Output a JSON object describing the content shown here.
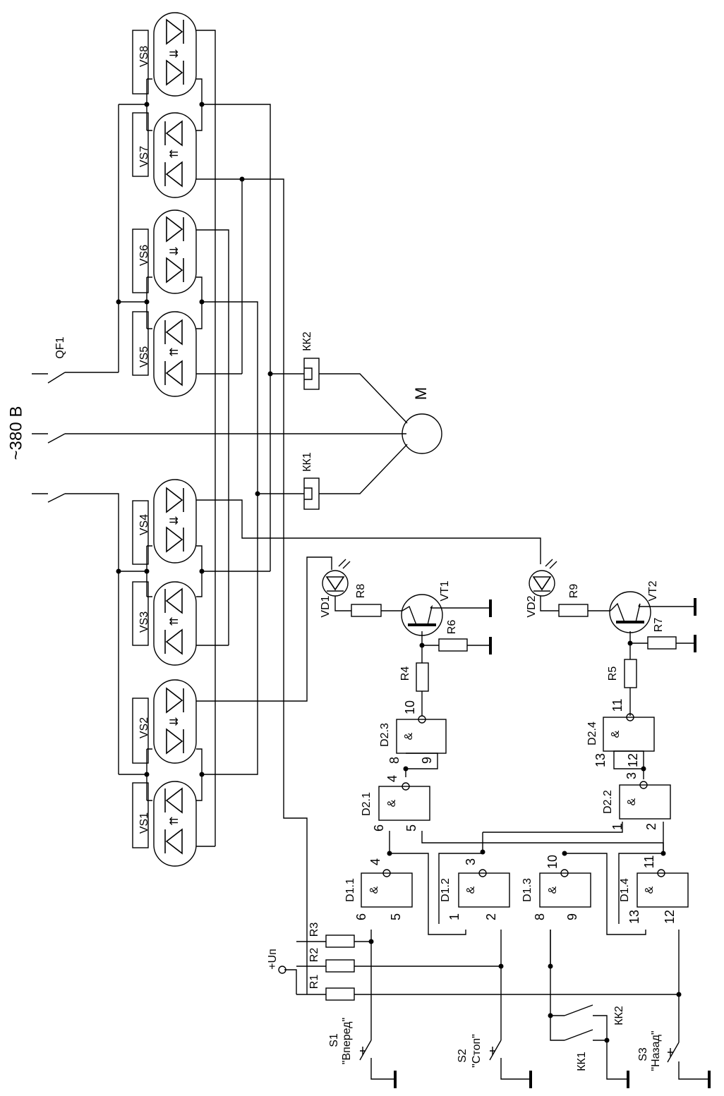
{
  "title": "~380 В",
  "motor": {
    "label": "M"
  },
  "breaker": {
    "label": "QF1"
  },
  "power": {
    "label": "+Uп"
  },
  "thermal_relays": [
    {
      "id": "kk2",
      "label": "КК2"
    },
    {
      "id": "kk1",
      "label": "КК1"
    }
  ],
  "thyristors": [
    {
      "id": "vs8",
      "label": "VS8",
      "arrow": "⇊"
    },
    {
      "id": "vs7",
      "label": "VS7",
      "arrow": "⇈"
    },
    {
      "id": "vs6",
      "label": "VS6",
      "arrow": "⇊"
    },
    {
      "id": "vs5",
      "label": "VS5",
      "arrow": "⇈"
    },
    {
      "id": "vs4",
      "label": "VS4",
      "arrow": "⇊"
    },
    {
      "id": "vs3",
      "label": "VS3",
      "arrow": "⇈"
    },
    {
      "id": "vs2",
      "label": "VS2",
      "arrow": "⇊"
    },
    {
      "id": "vs1",
      "label": "VS1",
      "arrow": "⇈"
    }
  ],
  "leds": [
    {
      "id": "vd1",
      "label": "VD1"
    },
    {
      "id": "vd2",
      "label": "VD2"
    }
  ],
  "transistors": [
    {
      "id": "vt1",
      "label": "VT1"
    },
    {
      "id": "vt2",
      "label": "VT2"
    }
  ],
  "resistors": [
    {
      "id": "r1",
      "label": "R1"
    },
    {
      "id": "r2",
      "label": "R2"
    },
    {
      "id": "r3",
      "label": "R3"
    },
    {
      "id": "r4",
      "label": "R4"
    },
    {
      "id": "r5",
      "label": "R5"
    },
    {
      "id": "r6",
      "label": "R6"
    },
    {
      "id": "r7",
      "label": "R7"
    },
    {
      "id": "r8",
      "label": "R8"
    },
    {
      "id": "r9",
      "label": "R9"
    }
  ],
  "gates": [
    {
      "id": "d1-1",
      "label": "D1.1",
      "symbol": "&",
      "pins": [
        "6",
        "5",
        "4"
      ]
    },
    {
      "id": "d1-2",
      "label": "D1.2",
      "symbol": "&",
      "pins": [
        "1",
        "2",
        "3"
      ]
    },
    {
      "id": "d1-3",
      "label": "D1.3",
      "symbol": "&",
      "pins": [
        "8",
        "9",
        "10"
      ]
    },
    {
      "id": "d1-4",
      "label": "D1.4",
      "symbol": "&",
      "pins": [
        "13",
        "12",
        "11"
      ]
    },
    {
      "id": "d2-1",
      "label": "D2.1",
      "symbol": "&",
      "pins": [
        "6",
        "5",
        "4"
      ]
    },
    {
      "id": "d2-2",
      "label": "D2.2",
      "symbol": "&",
      "pins": [
        "1",
        "2",
        "3"
      ]
    },
    {
      "id": "d2-3",
      "label": "D2.3",
      "symbol": "&",
      "pins": [
        "8",
        "9",
        "10"
      ]
    },
    {
      "id": "d2-4",
      "label": "D2.4",
      "symbol": "&",
      "pins": [
        "13",
        "12",
        "11"
      ]
    }
  ],
  "switches": [
    {
      "id": "s1",
      "label": "S1",
      "caption": "\"Вперед\""
    },
    {
      "id": "s2",
      "label": "S2",
      "caption": "\"Стоп\""
    },
    {
      "id": "s3",
      "label": "S3",
      "caption": "\"Назад\""
    }
  ],
  "interlock_contacts": [
    {
      "id": "kk1c",
      "label": "КК1"
    },
    {
      "id": "kk2c",
      "label": "КК2"
    }
  ]
}
